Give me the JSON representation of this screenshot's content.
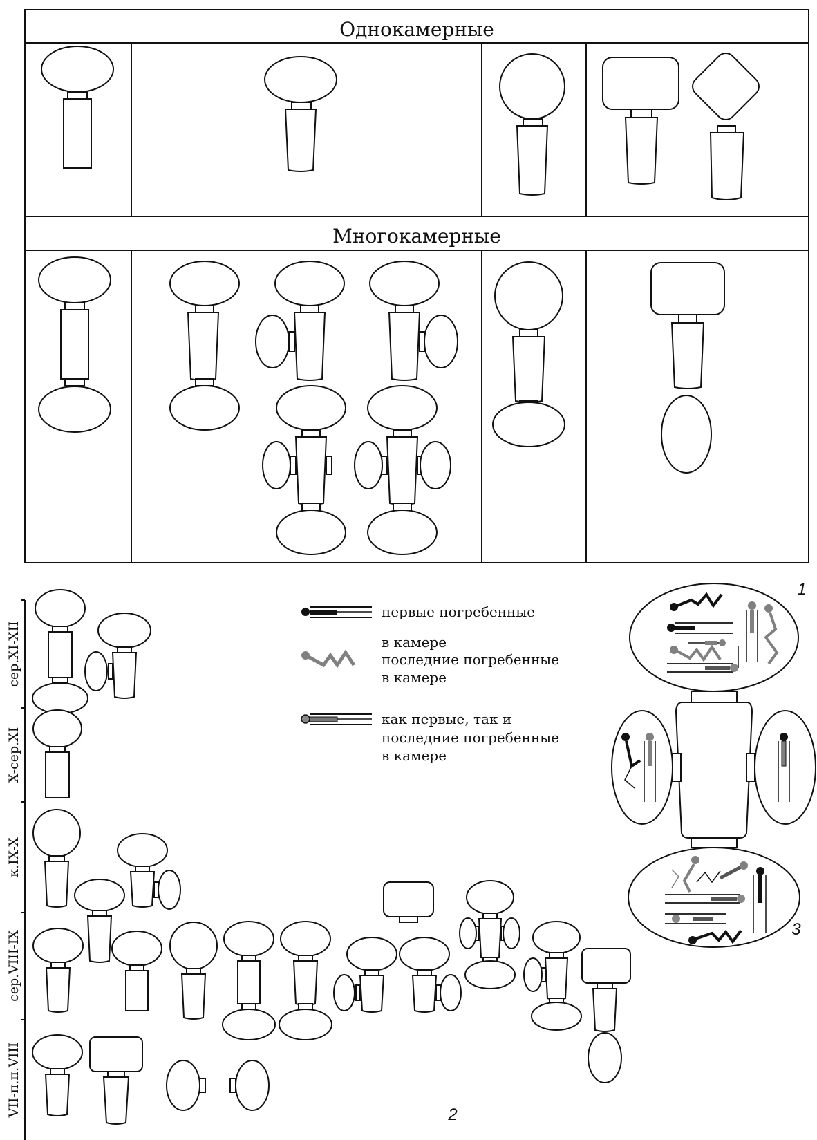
{
  "table": {
    "header_single": "Однокамерные",
    "header_multi": "Многокамерные"
  },
  "timeline": {
    "periods": [
      "сер.XI-XII",
      "X-сер.XI",
      "к.IX-X",
      "сер.VIII-IX",
      "VII-п.п.VIII"
    ]
  },
  "legend": {
    "first": [
      "первые погребенные",
      "в камере"
    ],
    "last": [
      "последние погребенные",
      "в камере"
    ],
    "both": [
      "как первые, так и",
      "последние погребенные",
      "в камере"
    ]
  },
  "figure_labels": {
    "plan": "1",
    "chronology": "2",
    "detail": "3"
  },
  "colors": {
    "line": "#111111",
    "first_buried": "#111111",
    "last_buried": "#808080",
    "both_buried": "#555555"
  }
}
